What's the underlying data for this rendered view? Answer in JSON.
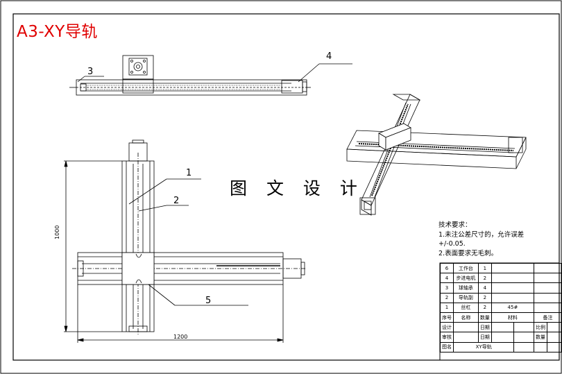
{
  "title": "A3-XY导轨",
  "center_text": "图 文 设 计",
  "balloons": {
    "b1": "1",
    "b2": "2",
    "b3": "3",
    "b4": "4",
    "b5": "5"
  },
  "dimensions": {
    "height": "1000",
    "width": "1200"
  },
  "notes": {
    "heading": "技术要求：",
    "line1": "1.未注公差尺寸的，允许误差",
    "line2": "+/-0.05.",
    "line3": "2.表面要求无毛刺。"
  },
  "bom": {
    "rows": [
      {
        "no": "6",
        "name": "工作台",
        "qty": "1",
        "material": "",
        "remark": ""
      },
      {
        "no": "4",
        "name": "步进电机",
        "qty": "2",
        "material": "",
        "remark": ""
      },
      {
        "no": "3",
        "name": "球轴承",
        "qty": "4",
        "material": "",
        "remark": ""
      },
      {
        "no": "2",
        "name": "导轨副",
        "qty": "2",
        "material": "",
        "remark": ""
      },
      {
        "no": "1",
        "name": "丝杠",
        "qty": "2",
        "material": "45#",
        "remark": ""
      }
    ],
    "header": {
      "no": "序号",
      "name": "名称",
      "qty": "数量",
      "material": "材料",
      "remark": "备注"
    },
    "design": "设计",
    "review": "审核",
    "date": "日期",
    "material": "材料",
    "scale": "比例",
    "quantity": "数量",
    "drawing_name_label": "图名",
    "drawing_name": "XY导轨"
  }
}
